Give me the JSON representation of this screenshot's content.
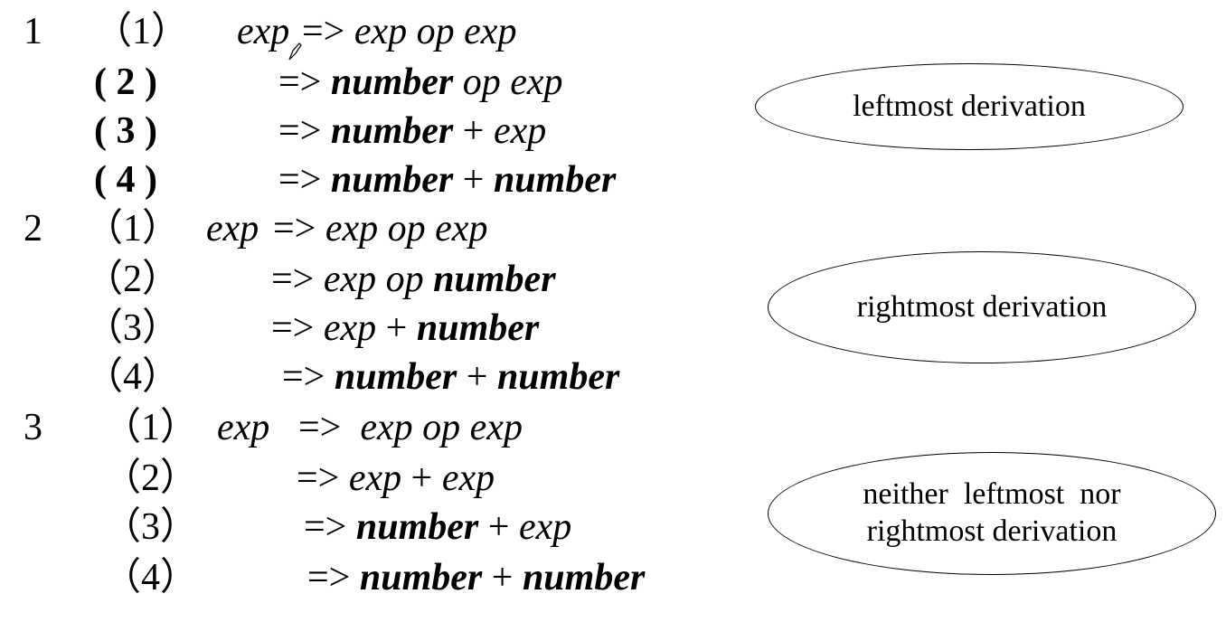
{
  "groups": [
    {
      "number": "1",
      "steps": [
        {
          "label": "（1）",
          "lhs": "exp",
          "rhs": [
            {
              "t": "=> ",
              "s": "n"
            },
            {
              "t": "exp op exp",
              "s": "i"
            }
          ]
        },
        {
          "label": "( 2 )",
          "rhs": [
            {
              "t": "=> ",
              "s": "n"
            },
            {
              "t": "number",
              "s": "b"
            },
            {
              "t": " op exp",
              "s": "i"
            }
          ]
        },
        {
          "label": "( 3 )",
          "rhs": [
            {
              "t": "=> ",
              "s": "n"
            },
            {
              "t": "number",
              "s": "b"
            },
            {
              "t": " + ",
              "s": "n"
            },
            {
              "t": "exp",
              "s": "i"
            }
          ]
        },
        {
          "label": "( 4 )",
          "rhs": [
            {
              "t": "=> ",
              "s": "n"
            },
            {
              "t": "number",
              "s": "b"
            },
            {
              "t": " + ",
              "s": "n"
            },
            {
              "t": "number",
              "s": "b"
            }
          ]
        }
      ],
      "annotation": [
        "leftmost derivation"
      ]
    },
    {
      "number": "2",
      "steps": [
        {
          "label": "（1）",
          "lhs": "exp",
          "rhs": [
            {
              "t": "=> ",
              "s": "n"
            },
            {
              "t": "exp op exp",
              "s": "i"
            }
          ]
        },
        {
          "label": "（2）",
          "rhs": [
            {
              "t": "=> ",
              "s": "n"
            },
            {
              "t": "exp op ",
              "s": "i"
            },
            {
              "t": "number",
              "s": "b"
            }
          ]
        },
        {
          "label": "（3）",
          "rhs": [
            {
              "t": "=> ",
              "s": "n"
            },
            {
              "t": "exp",
              "s": "i"
            },
            {
              "t": " + ",
              "s": "n"
            },
            {
              "t": "number",
              "s": "b"
            }
          ]
        },
        {
          "label": "（4）",
          "rhs": [
            {
              "t": "=> ",
              "s": "n"
            },
            {
              "t": "number",
              "s": "b"
            },
            {
              "t": " + ",
              "s": "n"
            },
            {
              "t": "number",
              "s": "b"
            }
          ]
        }
      ],
      "annotation": [
        "rightmost derivation"
      ]
    },
    {
      "number": "3",
      "steps": [
        {
          "label": "（1）",
          "lhs": "exp",
          "rhs": [
            {
              "t": "=>  ",
              "s": "n"
            },
            {
              "t": "exp op exp",
              "s": "i"
            }
          ]
        },
        {
          "label": "（2）",
          "rhs": [
            {
              "t": "=> ",
              "s": "n"
            },
            {
              "t": "exp",
              "s": "i"
            },
            {
              "t": " + ",
              "s": "n"
            },
            {
              "t": "exp",
              "s": "i"
            }
          ]
        },
        {
          "label": "（3）",
          "rhs": [
            {
              "t": "=> ",
              "s": "n"
            },
            {
              "t": "number",
              "s": "b"
            },
            {
              "t": " + ",
              "s": "n"
            },
            {
              "t": "exp",
              "s": "i"
            }
          ]
        },
        {
          "label": "（4）",
          "rhs": [
            {
              "t": "=> ",
              "s": "n"
            },
            {
              "t": "number",
              "s": "b"
            },
            {
              "t": " + ",
              "s": "n"
            },
            {
              "t": "number",
              "s": "b"
            }
          ]
        }
      ],
      "annotation": [
        "neither  leftmost  nor",
        "rightmost derivation"
      ]
    }
  ]
}
